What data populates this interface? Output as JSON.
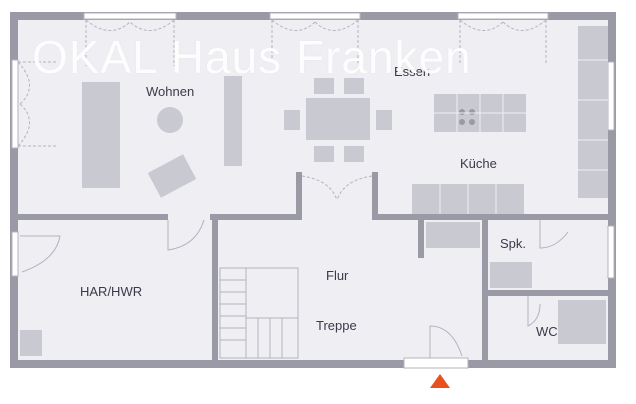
{
  "watermark": "OKAL Haus Franken",
  "rooms": {
    "wohnen": "Wohnen",
    "essen": "Essen",
    "kueche": "Küche",
    "spk": "Spk.",
    "har_hwr": "HAR/HWR",
    "flur": "Flur",
    "treppe": "Treppe",
    "wc": "WC"
  },
  "colors": {
    "wall": "#9a9aa6",
    "floor": "#eeeef3",
    "furniture": "#c9c9d2",
    "line": "#b4b4be",
    "entrance_marker": "#e8501e"
  },
  "icons": {
    "entrance": "entrance-arrow-icon"
  }
}
